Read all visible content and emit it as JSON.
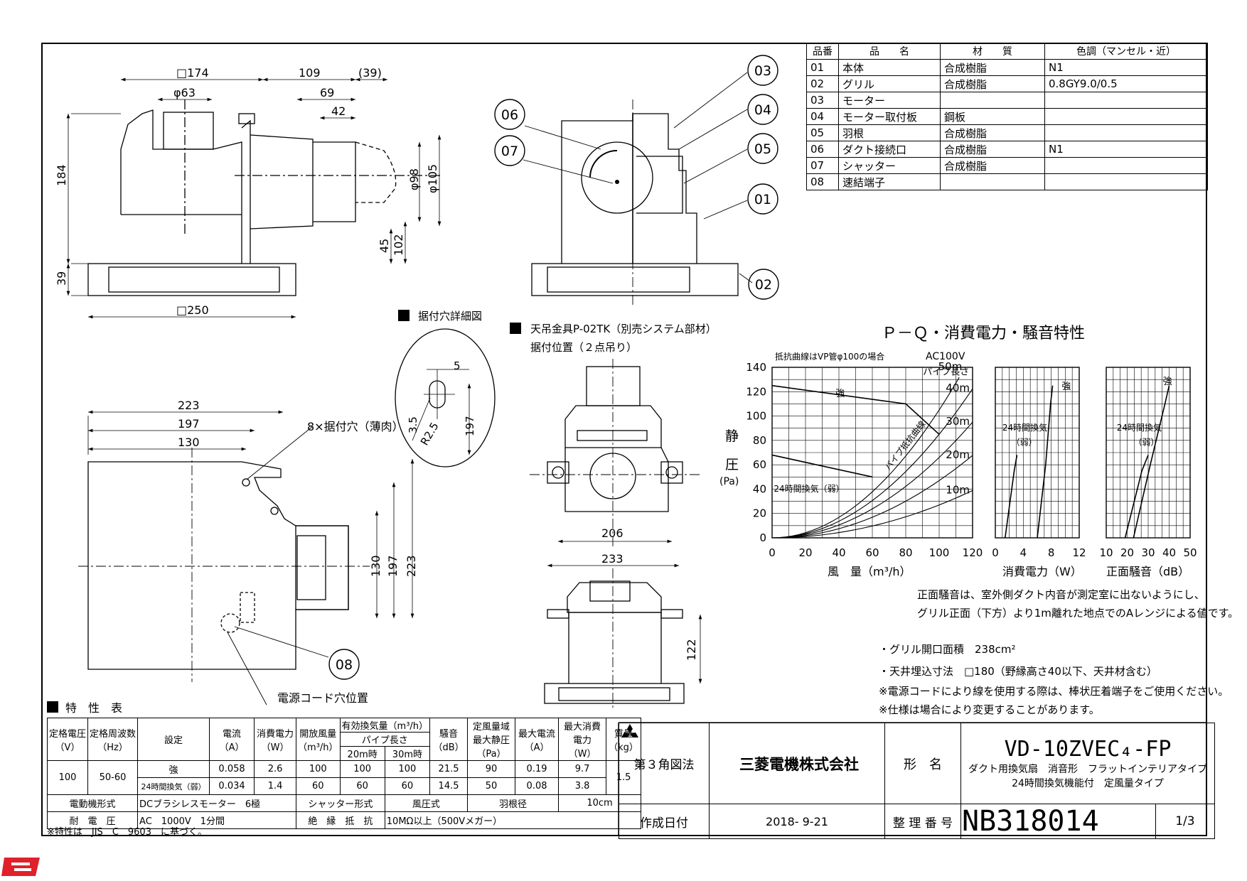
{
  "parts_table": {
    "headers": [
      "品番",
      "品　　名",
      "材　　質",
      "色調（マンセル・近）"
    ],
    "rows": [
      [
        "01",
        "本体",
        "合成樹脂",
        "N1"
      ],
      [
        "02",
        "グリル",
        "合成樹脂",
        "0.8GY9.0/0.5"
      ],
      [
        "03",
        "モーター",
        "",
        ""
      ],
      [
        "04",
        "モーター取付板",
        "鋼板",
        ""
      ],
      [
        "05",
        "羽根",
        "合成樹脂",
        ""
      ],
      [
        "06",
        "ダクト接続口",
        "合成樹脂",
        "N1"
      ],
      [
        "07",
        "シャッター",
        "合成樹脂",
        ""
      ],
      [
        "08",
        "速結端子",
        "",
        ""
      ]
    ]
  },
  "front_view_dims": {
    "d174": "□174",
    "d109": "109",
    "d39a": "(39)",
    "d63": "φ63",
    "d69": "69",
    "d42": "42",
    "d184": "184",
    "d98": "φ98",
    "d105": "φ105",
    "d45": "45",
    "d102": "102",
    "d39b": "39",
    "d250": "□250"
  },
  "callouts": [
    "03",
    "04",
    "05",
    "01",
    "06",
    "07",
    "02",
    "08"
  ],
  "section_titles": {
    "mount_hole_detail": "据付穴詳細図",
    "hanger": "天吊金具P-02TK（別売システム部材）",
    "hanger_sub": "据付位置（２点吊り）",
    "characteristics": "特　性　表"
  },
  "plan_view_dims": {
    "d223": "223",
    "d197": "197",
    "d130": "130",
    "holes": "8×据付穴（薄肉）",
    "v130": "130",
    "v197": "197",
    "v223": "223",
    "cord_hole": "電源コード穴位置"
  },
  "detail_dims": {
    "d5": "5",
    "d35": "3.5",
    "r25": "R2.5",
    "d197": "197"
  },
  "hanger_dims": {
    "d206": "206",
    "d233": "233",
    "d122": "122"
  },
  "chart_data": {
    "type": "line",
    "title": "Ｐ－Ｑ・消費電力・騒音特性",
    "subtitle_left": "抵抗曲線はVP管φ100の場合",
    "subtitle_right": "AC100V",
    "ylabel_chars": [
      "静",
      "圧"
    ],
    "yunit": "(Pa)",
    "xlabel": "風　量（m³/h）",
    "xlabel2": "消費電力（W）",
    "xlabel3": "正面騒音（dB）",
    "pq_xlim": [
      0,
      120
    ],
    "pq_ylim": [
      0,
      140
    ],
    "pq_xticks": [
      0,
      20,
      40,
      60,
      80,
      100,
      120
    ],
    "pq_yticks": [
      0,
      20,
      40,
      60,
      80,
      100,
      120,
      140
    ],
    "pw_xticks": [
      0,
      4,
      8,
      12
    ],
    "pw_xlim": [
      0,
      12
    ],
    "noise_xticks": [
      10,
      20,
      30,
      40,
      50
    ],
    "noise_xlim": [
      10,
      50
    ],
    "label_pipe_length": "パイプ長さ",
    "label_strong": "強",
    "label_24h_weak": "24時間換気（弱）",
    "label_24h": "24時間換気",
    "label_weak": "（弱）",
    "label_pipe_resist": "パイプ抵抗曲線",
    "series": [
      {
        "name": "強",
        "x": [
          0,
          80,
          100
        ],
        "y": [
          125,
          110,
          85
        ]
      },
      {
        "name": "24時間換気（弱）",
        "x": [
          0,
          60
        ],
        "y": [
          68,
          50
        ]
      }
    ],
    "resistance_curves": [
      {
        "name": "50m",
        "k": 0.0105
      },
      {
        "name": "40m",
        "k": 0.0085
      },
      {
        "name": "30m",
        "k": 0.0066
      },
      {
        "name": "20m",
        "k": 0.0047
      },
      {
        "name": "10m",
        "k": 0.0027
      }
    ],
    "power_series": [
      {
        "name": "強",
        "x": [
          8.2,
          7.9,
          7.2,
          6.0
        ],
        "y": [
          125,
          110,
          60,
          0
        ]
      },
      {
        "name": "（弱）",
        "x": [
          3.1,
          2.7,
          1.4
        ],
        "y": [
          68,
          55,
          0
        ]
      }
    ],
    "noise_series": [
      {
        "name": "強",
        "x": [
          40,
          38,
          31,
          23
        ],
        "y": [
          125,
          110,
          60,
          0
        ]
      },
      {
        "name": "（弱）",
        "x": [
          30,
          27,
          19
        ],
        "y": [
          68,
          55,
          0
        ]
      }
    ]
  },
  "notes": [
    "正面騒音は、室外側ダクト内音が測定室に出ないようにし、",
    "グリル正面（下方）より1m離れた地点でのAレンジによる値です。",
    "・グリル開口面積　238cm²",
    "・天井埋込寸法　□180（野縁高さ40以下、天井材含む）",
    "※電源コードにより線を使用する際は、棒状圧着端子をご使用ください。",
    "※仕様は場合により変更することがあります。"
  ],
  "spec_table": {
    "h_voltage": "定格電圧",
    "h_voltage_u": "（V）",
    "h_freq": "定格周波数",
    "h_freq_u": "（Hz）",
    "h_setting": "設定",
    "h_current": "電流",
    "h_current_u": "（A）",
    "h_power": "消費電力",
    "h_power_u": "（W）",
    "h_airflow": "開放風量",
    "h_airflow_u": "（m³/h）",
    "h_eff": "有効換気量（m³/h）",
    "h_pipe": "パイプ長さ",
    "h_20": "20m時",
    "h_30": "30m時",
    "h_noise": "騒音",
    "h_noise_u": "（dB）",
    "h_static": "定風量域最大静圧",
    "h_static_u": "（Pa）",
    "h_maxcur": "最大電流",
    "h_maxcur_u": "（A）",
    "h_maxpow": "最大消費電力",
    "h_maxpow_u": "（W）",
    "h_mass": "質量",
    "h_mass_u": "（kg）",
    "voltage": "100",
    "freq": "50-60",
    "mass": "1.5",
    "rows": [
      [
        "強",
        "0.058",
        "2.6",
        "100",
        "100",
        "100",
        "21.5",
        "90",
        "0.19",
        "9.7"
      ],
      [
        "24時間換気（弱）",
        "0.034",
        "1.4",
        "60",
        "60",
        "60",
        "14.5",
        "50",
        "0.08",
        "3.8"
      ]
    ],
    "motor_label": "電動機形式",
    "motor": "DCブラシレスモーター　6極",
    "shutter_label": "シャッター形式",
    "shutter": "風圧式",
    "blade_label": "羽根径",
    "blade": "10cm",
    "withstand_label": "耐　電　圧",
    "withstand": "AC　1000V　1分間",
    "insulation_label": "絶　縁　抵　抗",
    "insulation": "10MΩ以上（500Vメガー）",
    "footnote": "※特性は　JIS　C　9603　に基づく。"
  },
  "title_block": {
    "projection": "第３角図法",
    "company": "三菱電機株式会社",
    "model_label": "形　名",
    "model": "VD-10ZVEC₄-FP",
    "desc1": "ダクト用換気扇　消音形　フラットインテリアタイプ",
    "desc2": "24時間換気機能付　定風量タイプ",
    "date_label": "作成日付",
    "date": "2018- 9-21",
    "number_label": "整 理 番 号",
    "number": "NB318014",
    "sheet": "1/3"
  }
}
